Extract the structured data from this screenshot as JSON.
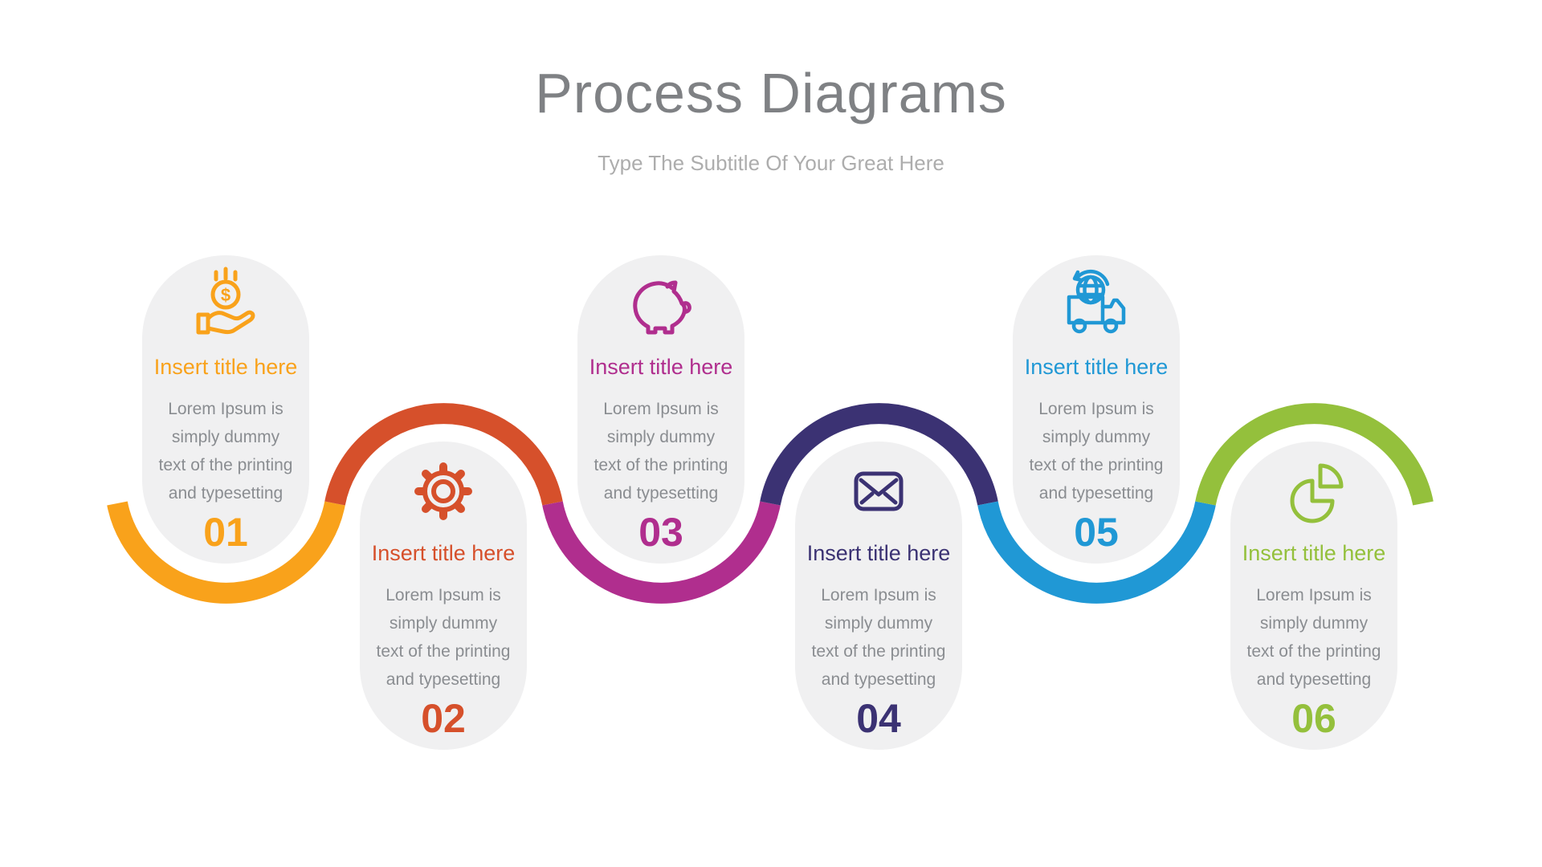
{
  "header": {
    "title": "Process Diagrams",
    "subtitle": "Type The Subtitle Of Your Great Here"
  },
  "steps": [
    {
      "number": "01",
      "title": "Insert title here",
      "body_lines": [
        "Lorem Ipsum is",
        "simply dummy",
        "text of the printing",
        "and typesetting"
      ],
      "color": "#F9A21B",
      "icon": "hand-coin-icon",
      "position": "high"
    },
    {
      "number": "02",
      "title": "Insert title here",
      "body_lines": [
        "Lorem Ipsum is",
        "simply dummy",
        "text of the printing",
        "and typesetting"
      ],
      "color": "#D6502B",
      "icon": "gear-icon",
      "position": "low"
    },
    {
      "number": "03",
      "title": "Insert title here",
      "body_lines": [
        "Lorem Ipsum is",
        "simply dummy",
        "text of the printing",
        "and typesetting"
      ],
      "color": "#B02E8E",
      "icon": "piggy-bank-icon",
      "position": "high"
    },
    {
      "number": "04",
      "title": "Insert title here",
      "body_lines": [
        "Lorem Ipsum is",
        "simply dummy",
        "text of the printing",
        "and typesetting"
      ],
      "color": "#3B3273",
      "icon": "envelope-icon",
      "position": "low"
    },
    {
      "number": "05",
      "title": "Insert title here",
      "body_lines": [
        "Lorem Ipsum is",
        "simply dummy",
        "text of the printing",
        "and typesetting"
      ],
      "color": "#2098D5",
      "icon": "delivery-truck-icon",
      "position": "high"
    },
    {
      "number": "06",
      "title": "Insert title here",
      "body_lines": [
        "Lorem Ipsum is",
        "simply dummy",
        "text of the printing",
        "and typesetting"
      ],
      "color": "#94C03C",
      "icon": "pie-chart-icon",
      "position": "low"
    }
  ],
  "colors": {
    "background": "#FFFFFF",
    "card_background": "#F0F0F1",
    "title_text": "#7F8184",
    "subtitle_text": "#ADADAD",
    "body_text": "#8A8D91"
  }
}
